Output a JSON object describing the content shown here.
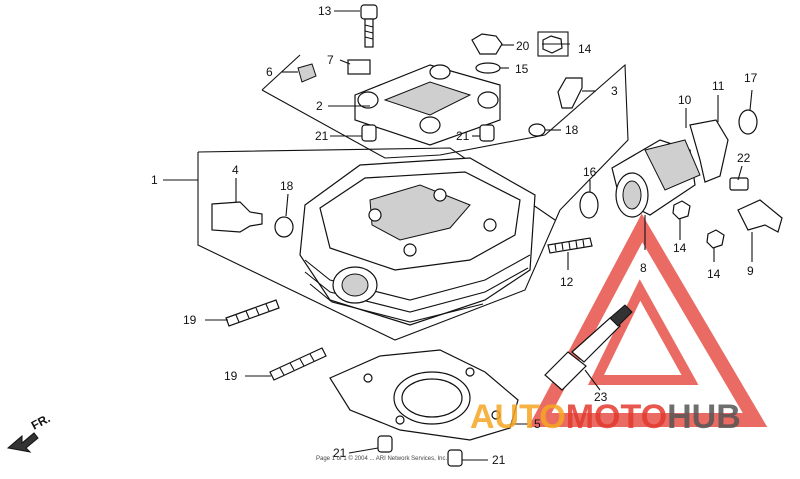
{
  "callouts": {
    "c1": "1",
    "c2": "2",
    "c3": "3",
    "c4": "4",
    "c5": "5",
    "c6": "6",
    "c7": "7",
    "c8": "8",
    "c9": "9",
    "c10": "10",
    "c11": "11",
    "c12": "12",
    "c13": "13",
    "c14a": "14",
    "c14b": "14",
    "c14c": "14",
    "c15": "15",
    "c16": "16",
    "c17": "17",
    "c18a": "18",
    "c18b": "18",
    "c19a": "19",
    "c19b": "19",
    "c20": "20",
    "c21a": "21",
    "c21b": "21",
    "c21c": "21",
    "c21d": "21",
    "c22": "22",
    "c23": "23"
  },
  "front_marker": "FR.",
  "copyright": "Page 1 of 1 © 2004 ... ARI Network Services, Inc.",
  "watermark": {
    "part1": "AUTO",
    "part2": "MOTO",
    "part3": "HUB"
  },
  "colors": {
    "ink": "#111111",
    "watermark_red": "#e43a2f",
    "watermark_orange": "#f5a623",
    "watermark_gray": "#555555"
  }
}
